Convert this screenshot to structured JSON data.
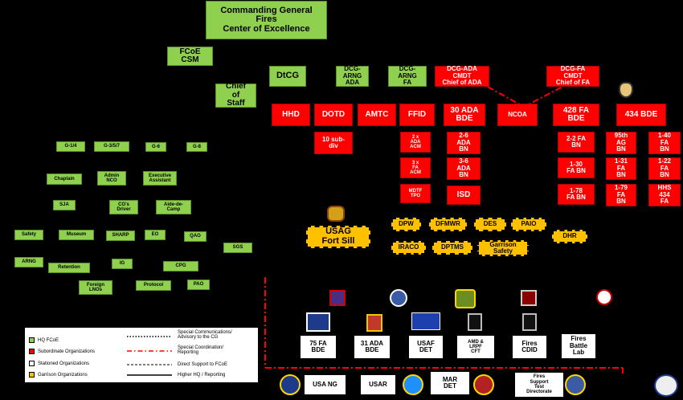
{
  "top": {
    "cg": "Commanding General\nFires\nCenter of Excellence",
    "csm": "FCoE\nCSM",
    "cos": "Chief\nof\nStaff",
    "dtcg": "DtCG",
    "dcg_arng_ada": "DCG-\nARNG\nADA",
    "dcg_arng_fa": "DCG-\nARNG\nFA",
    "dcg_ada": "DCG-ADA\nCMDT\nChief of ADA",
    "dcg_fa": "DCG-FA\nCMDT\nChief of FA"
  },
  "red_row": [
    "HHD",
    "DOTD",
    "AMTC",
    "FFID",
    "30 ADA\nBDE",
    "NCOA",
    "428 FA\nBDE",
    "434 BDE"
  ],
  "red_sub": {
    "sub_div": "10 sub-\ndiv",
    "acm2": "2 x\nADA\nACM",
    "acm3": "3 x\nFA\nACM",
    "mdtf": "MDTF\nTPO",
    "ada26": "2-6\nADA\nBN",
    "ada36": "3-6\nADA\nBN",
    "isd": "ISD",
    "fa22": "2-2 FA\nBN",
    "fa130": "1-30\nFA BN",
    "fa178": "1-78\nFA BN",
    "ag95": "95th\nAG\nBN",
    "fa131": "1-31\nFA\nBN",
    "fa179": "1-79\nFA\nBN",
    "fa140": "1-40\nFA\nBN",
    "fa122": "1-22\nFA\nBN",
    "hhs434": "HHS\n434\nFA"
  },
  "staff": [
    "G-1/4",
    "G-3/5/7",
    "G-6",
    "G-8",
    "Chaplain",
    "Admin\nNCO",
    "Executive\nAssistant",
    "SJA",
    "CG's\nDriver",
    "Aide-de-\nCamp",
    "Safety",
    "Museum",
    "SHARP",
    "EO",
    "QAO",
    "SGS",
    "ARNG",
    "Retention",
    "IG",
    "CPG",
    "Foreign\nLNOs",
    "Protocol",
    "PAO"
  ],
  "garrison": {
    "usag": "USAG\nFort Sill",
    "items": [
      "DPW",
      "DFMWR",
      "DES",
      "PAIO",
      "DHR",
      "IRACO",
      "DPTMS",
      "Garrison\nSafety"
    ]
  },
  "stationed": {
    "row1": [
      "75 FA\nBDE",
      "31 ADA\nBDE",
      "USAF\nDET",
      "AMD &\nLRPF\nCFT",
      "Fires\nCDID",
      "Fires\nBattle\nLab"
    ],
    "row2": [
      "USA NG",
      "USAR",
      "MAR\nDET",
      "Fires\nSupport\nTest\nDirectorate"
    ]
  },
  "legend": {
    "hq": "HQ FCoE",
    "sub": "Subordinate Organizations",
    "stat": "Stationed Organizations",
    "garr": "Garrison Organizations",
    "special_comm": "Special Communications/\nAdvisory to the CG",
    "special_coord": "Special Coordination/\nReporting",
    "direct": "Direct Support to FCoE",
    "higher": "Higher HQ / Reporting"
  },
  "colors": {
    "green": "#8fd14f",
    "red": "#ff0000",
    "yellow": "#ffc000",
    "white": "#ffffff"
  },
  "icons": [
    "434-bde-emblem",
    "usag-emblem",
    "stationed-insignia",
    "seal"
  ]
}
